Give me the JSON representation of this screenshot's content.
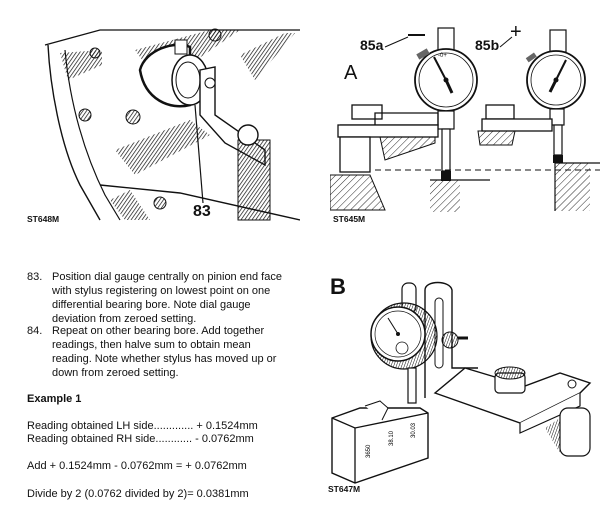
{
  "figures": {
    "fig_left": {
      "code": "ST648M",
      "callout": "83"
    },
    "fig_right": {
      "code": "ST645M",
      "panel_label": "A",
      "callout_a": "85a",
      "sign_a": "—",
      "callout_b": "85b",
      "sign_b": "+",
      "dial_mark": "-0+"
    },
    "fig_b": {
      "code": "ST647M",
      "panel_label": "B",
      "block_marks": [
        "3650",
        "38.10",
        "30.03"
      ]
    }
  },
  "steps": [
    {
      "number": "83.",
      "lines": [
        "Position dial gauge centrally on pinion end face",
        "with stylus registering on lowest point on one",
        "differential bearing bore. Note dial gauge",
        "deviation from zeroed setting."
      ]
    },
    {
      "number": "84.",
      "lines": [
        "Repeat on other bearing bore. Add together",
        "readings, then halve sum to obtain mean",
        "reading. Note whether stylus has moved up or",
        "down from zeroed setting."
      ]
    }
  ],
  "example": {
    "title": "Example 1",
    "reading_lh": "Reading obtained LH side............. + 0.1524mm",
    "reading_rh": "Reading obtained RH side............ - 0.0762mm",
    "add": "Add + 0.1524mm - 0.0762mm = + 0.0762mm",
    "divide": "Divide by 2 (0.0762 divided by 2)= 0.0381mm"
  },
  "colors": {
    "ink": "#111111",
    "paper": "#ffffff"
  }
}
